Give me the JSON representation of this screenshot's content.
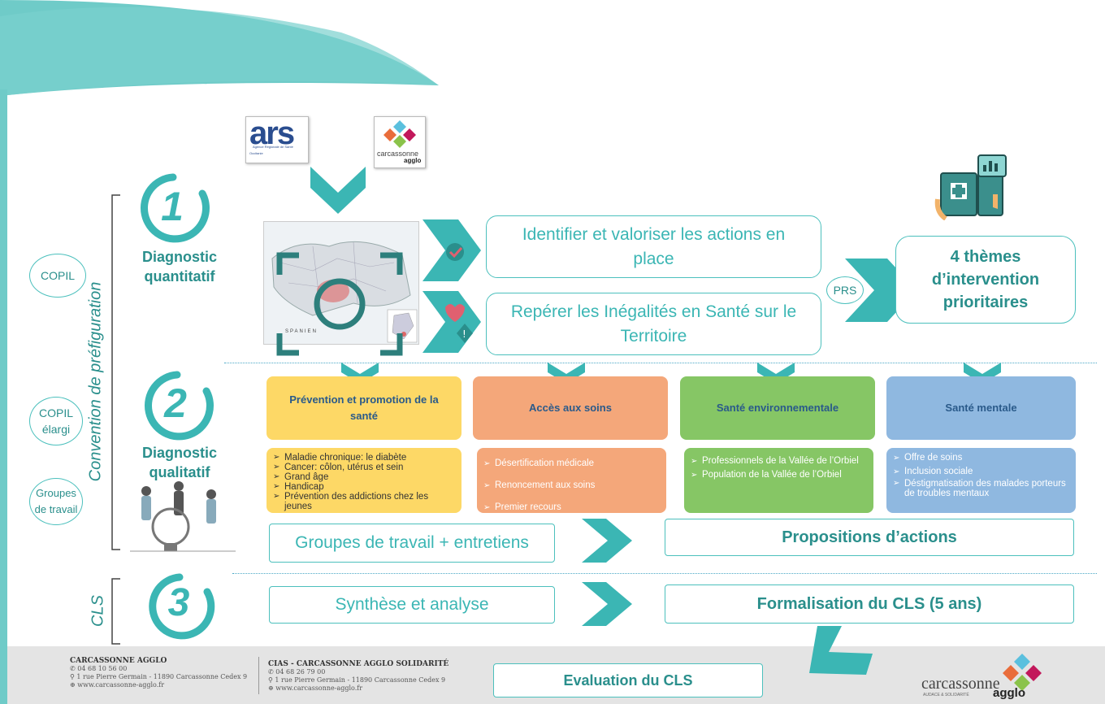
{
  "logos": {
    "ars_text": "ars",
    "ars_subtitle": "Agence Régionale de Santé",
    "ars_region": "Occitanie",
    "agglo_logo_text": "carcassonne",
    "agglo_logo_sub": "agglo"
  },
  "side": {
    "convention_label": "Convention de préfiguration",
    "cls_label": "CLS",
    "copil": "COPIL",
    "copil_elargi": "COPIL élargi",
    "groupes_travail": "Groupes de travail"
  },
  "steps": {
    "step1_number": "1",
    "step1_title": "Diagnostic quantitatif",
    "step2_number": "2",
    "step2_title": "Diagnostic qualitatif",
    "step3_number": "3"
  },
  "map": {
    "spain_label": "SPANIEN"
  },
  "step1": {
    "action1": "Identifier et valoriser les actions en place",
    "action2": "Repérer les Inégalités en Santé sur le Territoire",
    "prs_label": "PRS",
    "themes_box": "4 thèmes d’intervention prioritaires"
  },
  "themes": [
    {
      "title": "Prévention et promotion de la santé",
      "color": "#fdd866",
      "items": [
        "Maladie chronique:  le diabète",
        "Cancer: côlon, utérus et sein",
        "Grand âge",
        "Handicap",
        "Prévention des addictions chez les jeunes"
      ]
    },
    {
      "title": "Accès aux soins",
      "color": "#f4a77a",
      "items": [
        "Désertification médicale",
        "Renoncement aux soins",
        "Premier recours"
      ]
    },
    {
      "title": "Santé environnementale",
      "color": "#86c665",
      "items": [
        "Professionnels de la Vallée de l’Orbiel",
        "Population de la Vallée de l’Orbiel"
      ]
    },
    {
      "title": "Santé mentale",
      "color": "#8fb8e0",
      "items": [
        "Offre de soins",
        "Inclusion sociale",
        "Déstigmatisation des malades porteurs de troubles mentaux"
      ]
    }
  ],
  "step2": {
    "left_box": "Groupes de travail + entretiens",
    "right_box": "Propositions d’actions"
  },
  "step3": {
    "left_box": "Synthèse et analyse",
    "right_box": "Formalisation du CLS (5 ans)"
  },
  "evaluation": "Evaluation du CLS",
  "footer": {
    "agglo_name": "CARCASSONNE AGGLO",
    "agglo_phone": "04 68 10 56 00",
    "agglo_address": "1 rue Pierre Germain - 11890 Carcassonne Cedex 9",
    "agglo_web": "www.carcassonne-agglo.fr",
    "cias_name": "CIAS - CARCASSONNE AGGLO SOLIDARITÉ",
    "cias_phone": "04 68 26 79 00",
    "cias_address": "1 rue Pierre Germain - 11890 Carcassonne Cedex 9",
    "cias_web": "www.carcassonne-agglo.fr",
    "logo_name": "carcassonne",
    "logo_tagline": "AUDACE & SOLIDARITÉ",
    "logo_agglo": "agglo"
  },
  "colors": {
    "teal": "#3bb6b4",
    "teal_dark": "#2a8f8c",
    "light_teal": "#6fcbc8",
    "footer_bg": "#e4e4e4"
  }
}
